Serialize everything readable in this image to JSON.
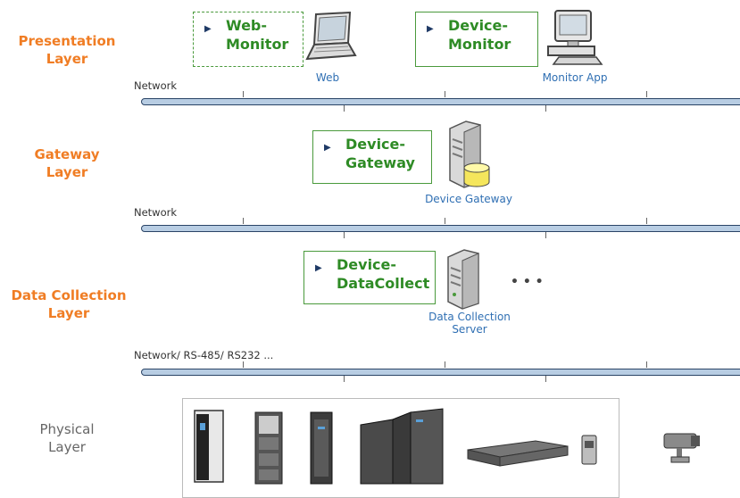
{
  "layers": {
    "presentation": "Presentation\nLayer",
    "gateway": "Gateway\nLayer",
    "data_collection": "Data Collection\nLayer",
    "physical": "Physical\nLayer"
  },
  "networks": {
    "net1": "Network",
    "net2": "Network",
    "net3": "Network/  RS-485/ RS232 ..."
  },
  "modules": {
    "web_monitor": "Web-\nMonitor",
    "device_monitor": "Device-\nMonitor",
    "device_gateway": "Device-\nGateway",
    "device_datacollect": "Device-\nDataCollect"
  },
  "captions": {
    "web": "Web",
    "monitor_app": "Monitor App",
    "device_gateway": "Device Gateway",
    "data_collection_server": "Data Collection\nServer",
    "ellipsis": "• • •"
  },
  "colors": {
    "layer_label": "#f07d24",
    "module_text": "#2e8b25",
    "caption": "#2f6fb3",
    "bus_fill": "#b8cde3"
  }
}
